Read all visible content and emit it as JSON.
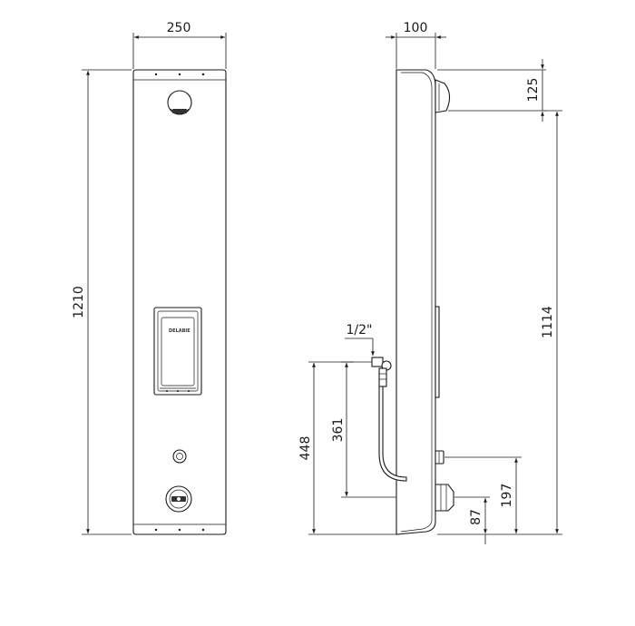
{
  "dimensions": {
    "front_width": "250",
    "front_height": "1210",
    "side_depth": "100",
    "top_outlet": "125",
    "overall_height": "1114",
    "inlet_thread": "1/2\"",
    "inlet_height": "448",
    "inlet_to_hose": "361",
    "lower_outlet": "197",
    "bottom_outlet": "87"
  },
  "panel": {
    "brand": "DELABIE"
  },
  "colors": {
    "line": "#1a1a1a",
    "background": "#ffffff"
  }
}
